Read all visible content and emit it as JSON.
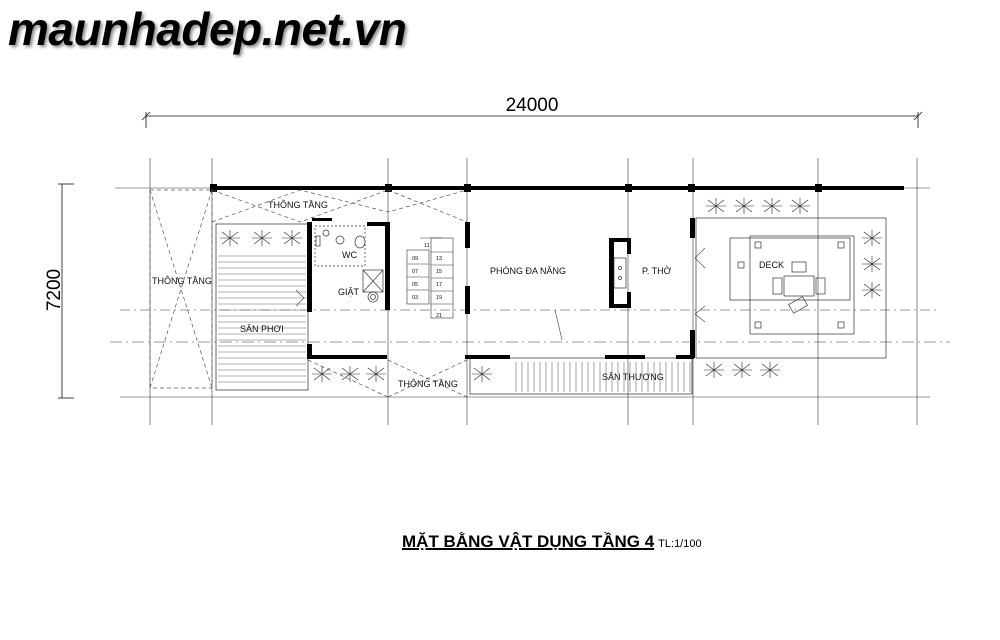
{
  "watermark": "maunhadep.net.vn",
  "dimensions": {
    "width": "24000",
    "height": "7200"
  },
  "rooms": {
    "thong_tang_top": "THÔNG TẦNG",
    "thong_tang_left": "THÔNG TẦNG",
    "thong_tang_bottom": "THÔNG TẦNG",
    "wc": "WC",
    "giat": "GIẶT",
    "san_phoi": "SÂN PHƠI",
    "phong_da_nang": "PHÒNG ĐA NĂNG",
    "p_tho": "P. THỜ",
    "deck": "DECK",
    "san_thuong": "SÂN THƯỢNG"
  },
  "stairs": {
    "left_steps": [
      "09",
      "07",
      "05",
      "03"
    ],
    "right_steps": [
      "11",
      "13",
      "15",
      "17",
      "19",
      "21"
    ]
  },
  "title": {
    "main": "MẶT BẰNG VẬT DỤNG TẦNG 4",
    "scale": "TL:1/100"
  }
}
